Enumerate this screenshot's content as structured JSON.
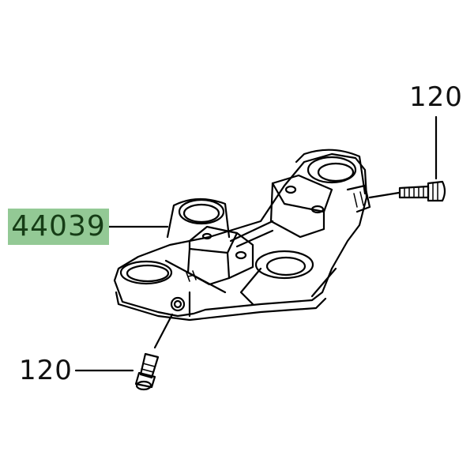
{
  "diagram": {
    "parts": [
      {
        "number": "44039",
        "highlighted": true
      },
      {
        "number": "120",
        "position": "top-right"
      },
      {
        "number": "120",
        "position": "bottom-left"
      }
    ],
    "highlight_color": "#93c995",
    "highlight_text_color": "#163d16"
  }
}
